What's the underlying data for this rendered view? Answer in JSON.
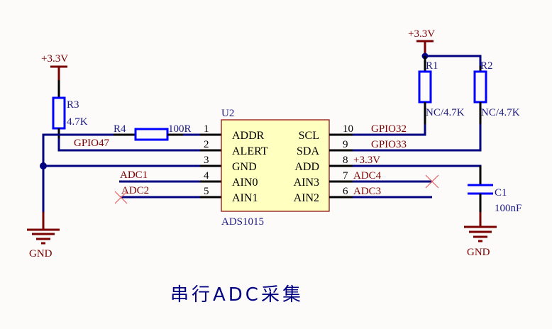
{
  "title": "串行ADC采集",
  "colors": {
    "wire": "#000080",
    "pin": "#000000",
    "power": "#7a0000",
    "net_label": "#7a0000",
    "designator": "#1a1a80",
    "component": "#0000ff",
    "ic_fill": "#ffffc0",
    "ic_border": "#8b0000",
    "noconnect": "#e06060"
  },
  "power": {
    "left_vcc": "+3.3V",
    "right_vcc": "+3.3V",
    "left_gnd": "GND",
    "right_gnd": "GND"
  },
  "ic": {
    "designator": "U2",
    "part": "ADS1015",
    "left_pins": [
      {
        "num": "1",
        "name": "ADDR",
        "net": ""
      },
      {
        "num": "2",
        "name": "ALERT",
        "net": "GPIO47"
      },
      {
        "num": "3",
        "name": "GND",
        "net": ""
      },
      {
        "num": "4",
        "name": "AIN0",
        "net": "ADC1"
      },
      {
        "num": "5",
        "name": "AIN1",
        "net": "ADC2"
      }
    ],
    "right_pins": [
      {
        "num": "10",
        "name": "SCL",
        "net": "GPIO32"
      },
      {
        "num": "9",
        "name": "SDA",
        "net": "GPIO33"
      },
      {
        "num": "8",
        "name": "ADD",
        "net": "+3.3V"
      },
      {
        "num": "7",
        "name": "AIN3",
        "net": "ADC4"
      },
      {
        "num": "6",
        "name": "AIN2",
        "net": "ADC3"
      }
    ]
  },
  "resistors": {
    "r1": {
      "ref": "R1",
      "value": "NC/4.7K"
    },
    "r2": {
      "ref": "R2",
      "value": "NC/4.7K"
    },
    "r3": {
      "ref": "R3",
      "value": "4.7K"
    },
    "r4": {
      "ref": "R4",
      "value": "100R"
    }
  },
  "capacitor": {
    "ref": "C1",
    "value": "100nF"
  }
}
